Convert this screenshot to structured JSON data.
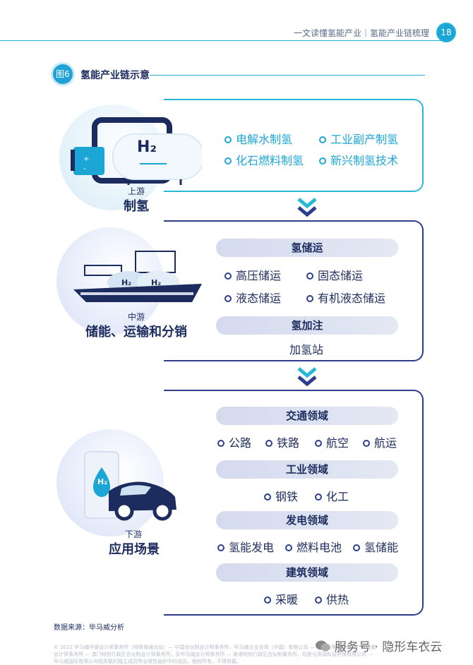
{
  "header": {
    "title": "一文读懂氢能产业｜氢能产业链梳理",
    "page_number": "18"
  },
  "figure": {
    "badge": "图6",
    "title": "氢能产业链示意"
  },
  "upstream": {
    "stage": "上游",
    "name": "制氢",
    "icon_label": "H₂",
    "items": [
      "电解水制氢",
      "工业副产制氢",
      "化石燃料制氢",
      "新兴制氢技术"
    ]
  },
  "midstream": {
    "stage": "中游",
    "name": "储能、运输和分销",
    "icon_label_1": "H₂",
    "icon_label_2": "H₂",
    "storage": {
      "header": "氢储运",
      "items": [
        "高压储运",
        "固态储运",
        "液态储运",
        "有机液态储运"
      ]
    },
    "refuel": {
      "header": "氢加注",
      "item": "加氢站"
    }
  },
  "downstream": {
    "stage": "下游",
    "name": "应用场景",
    "icon_label": "H₂",
    "transport": {
      "header": "交通领域",
      "items": [
        "公路",
        "铁路",
        "航空",
        "航运"
      ]
    },
    "industry": {
      "header": "工业领域",
      "items": [
        "钢铁",
        "化工"
      ]
    },
    "power": {
      "header": "发电领域",
      "items": [
        "氢能发电",
        "燃料电池",
        "氢储能"
      ]
    },
    "building": {
      "header": "建筑领域",
      "items": [
        "采暖",
        "供热"
      ]
    }
  },
  "footer": {
    "source": "数据来源：毕马威分析",
    "fine_print": "© 2022 毕马威华振会计师事务所（特殊普通合伙）— 中国合伙制会计师事务所，毕马威企业咨询（中国）有限公司 — 中国有限责任公司，毕马威会计师事务所 — 澳门特别行政区合伙制会计师事务所，及毕马威会计师事务所 — 香港特别行政区合伙制事务所，均是与英国私营担保有限公司 — 毕马威国际有限公司相关联的独立成员所全球性组织中的成员。版权所有，不得转载。",
    "watermark": "服务号 · 隐形车衣云"
  },
  "colors": {
    "cyan": "#1ba6d6",
    "navy": "#2d3e8c",
    "text": "#1d2c5e"
  }
}
